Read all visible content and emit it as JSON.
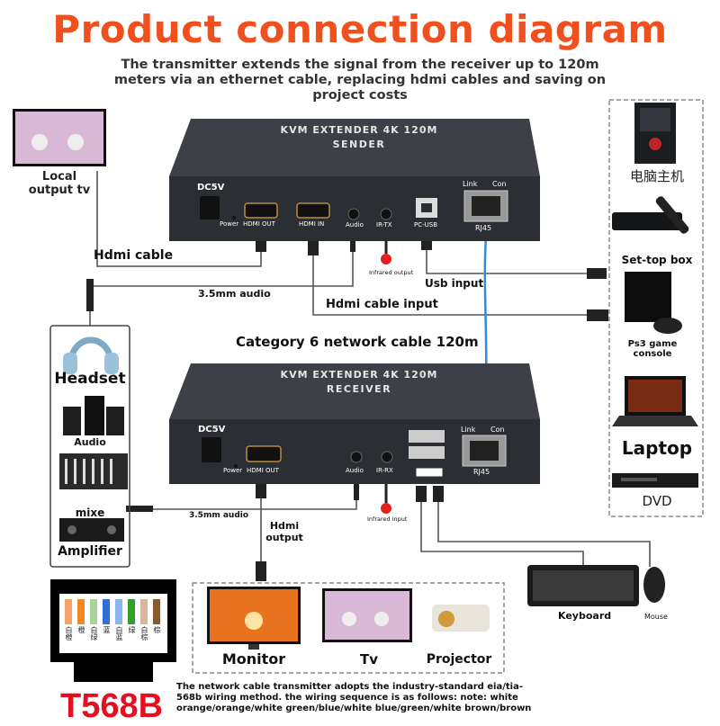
{
  "title": "Product connection diagram",
  "subtitle": "The transmitter extends the signal from the receiver up to 120m meters via an ethernet cable, replacing hdmi cables and saving on project costs",
  "sender": {
    "top_text": "KVM EXTENDER 4K 120M",
    "name": "SENDER",
    "dc": "DC5V",
    "power": "Power",
    "hdmi_out": "HDMI OUT",
    "hdmi_in": "HDMI IN",
    "audio": "Audio",
    "ir": "IR-TX",
    "usb": "PC-USB",
    "link": "Link",
    "con": "Con",
    "rj45": "RJ45"
  },
  "receiver": {
    "top_text": "KVM EXTENDER 4K 120M",
    "name": "RECEIVER",
    "dc": "DC5V",
    "power": "Power",
    "hdmi_out": "HDMI OUT",
    "audio": "Audio",
    "ir": "IR-RX",
    "link": "Link",
    "con": "Con",
    "rj45": "RJ45"
  },
  "left_top": {
    "tv_label": "Local output tv"
  },
  "cables": {
    "hdmi_cable": "Hdmi cable",
    "audio_top": "3.5mm audio",
    "usb_input": "Usb input",
    "hdmi_input": "Hdmi cable input",
    "cat6": "Category 6 network cable 120m",
    "infrared_output": "Infrared output",
    "infrared_input": "Infrared input",
    "audio_bottom": "3.5mm audio",
    "hdmi_output": "Hdmi output"
  },
  "right_panel": {
    "pc": "电脑主机",
    "stb": "Set-top box",
    "ps3": "Ps3 game console",
    "laptop": "Laptop",
    "dvd": "DVD"
  },
  "left_panel": {
    "headset": "Headset",
    "audio": "Audio",
    "amp_brand": "mixe",
    "amplifier": "Amplifier"
  },
  "bottom_panel": {
    "monitor": "Monitor",
    "tv": "Tv",
    "projector": "Projector"
  },
  "peripherals": {
    "keyboard": "Keyboard",
    "mouse": "Mouse"
  },
  "wiring": {
    "standard": "T568B",
    "pins": [
      "白橙",
      "橙",
      "白绿",
      "蓝",
      "白蓝",
      "绿",
      "白棕",
      "棕"
    ],
    "note": "The network cable transmitter adopts the industry-standard eia/tia-568b wiring method. the wiring sequence is as follows: note: white orange/orange/white green/blue/white blue/green/white brown/brown"
  },
  "colors": {
    "title": "#f0501e",
    "t568b": "#e5101f",
    "device": "#2e3136",
    "cat6": "#3a86d8"
  }
}
